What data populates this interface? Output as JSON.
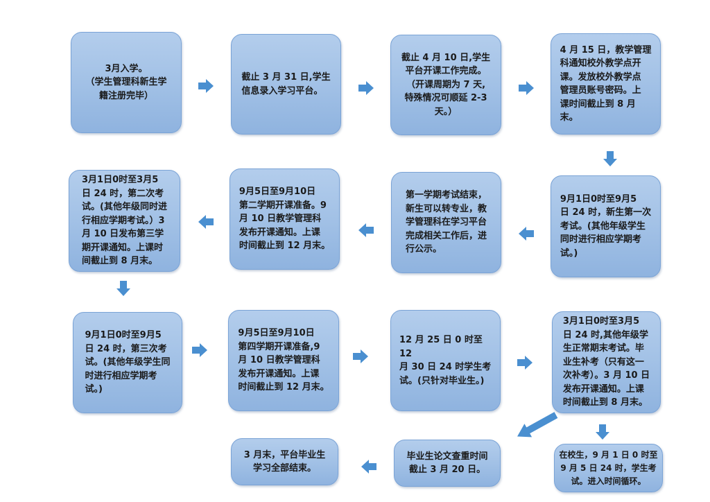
{
  "colors": {
    "box_fill": "#a2c1e6",
    "box_border": "#7aa3d6",
    "arrow": "#4a8fd0"
  },
  "steps": [
    "3月入学。\n（学生管理科新生学\n籍注册完毕）",
    "截止 3 月 31 日,学生\n信息录入学习平台。",
    "截止 4 月 10 日,学生\n平台开课工作完成。\n（开课周期为 7 天,\n特殊情况可顺延 2-3\n天。）",
    "4 月 15 日，教学管理\n科通知校外教学点开\n课。发放校外教学点\n管理员账号密码。上\n课时间截止到 8 月\n末。",
    "9月1日0时至9月5\n日 24 时，新生第一次\n考试。(其他年级学生\n同时进行相应学期考\n试。)",
    "第一学期考试结束，\n新生可以转专业，教\n学管理科在学习平台\n完成相关工作后，进\n行公示。",
    "9月5日至9月10日\n第二学期开课准备。9\n月 10 日教学管理科\n发布开课通知。上课\n时间截止到 12 月末。",
    "3月1日0时至3月5\n日 24 时，第二次考\n试。(其他年级同时进\n行相应学期考试。）3\n月 10 日发布第三学\n期开课通知。上课时\n间截止到 8 月末。",
    "9月1日0时至9月5\n日 24 时，第三次考\n试。(其他年级学生同\n时进行相应学期考\n试。)",
    "9月5日至9月10日\n第四学期开课准备,9\n月 10 日教学管理科\n发布开课通知。上课\n时间截止到 12 月末。",
    "12 月 25 日 0 时至 12\n月 30 日 24 时学生考\n试。(只针对毕业生。)",
    "3月1日0时至3月5\n日 24 时,其他年级学\n生正常期末考试。毕\n业生补考（只有这一\n次补考）。3 月 10 日\n发布开课通知。上课\n时间截止到 8 月末。",
    "在校生，9 月 1 日 0 时至\n9 月 5 日 24 时，学生考\n试。进入时间循环。",
    "毕业生论文查重时间\n截止 3 月 20 日。",
    "3 月末，平台毕业生\n学习全部结束。"
  ]
}
